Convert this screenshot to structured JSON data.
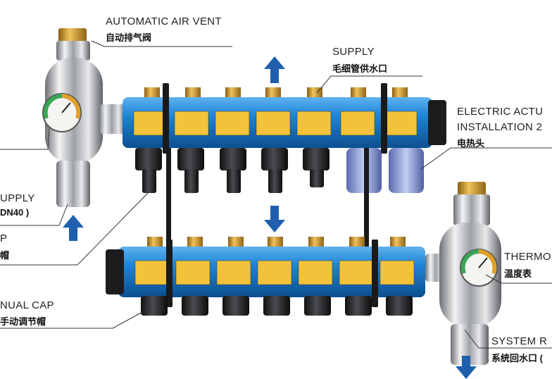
{
  "labels": {
    "air_vent_en": "AUTOMATIC AIR VENT",
    "air_vent_zh": "自动排气阀",
    "supply_en": "SUPPLY",
    "supply_zh": "毛细管供水口",
    "actuator_en_1": "ELECTRIC ACTU",
    "actuator_en_2": "INSTALLATION 2",
    "actuator_zh": "电热头",
    "left_supply_en": "UPPLY",
    "left_supply_zh": "DN40 )",
    "left_cap_en": "P",
    "left_cap_zh": "帽",
    "thermo_en": "THERMO",
    "thermo_zh": "温度表",
    "manual_cap_en": "NUAL CAP",
    "manual_cap_zh": "手动调节帽",
    "system_return_en": "SYSTEM R",
    "system_return_zh": "系统回水口 ("
  },
  "colors": {
    "manifold_blue": "#1f86d8",
    "arrow_blue": "#1f5fae",
    "brass": "#c8962e",
    "chrome": "#c9ccd0",
    "label_yellow": "#f2c33a"
  },
  "icons": {
    "up_arrow": "arrow-up-icon",
    "down_arrow": "arrow-down-icon",
    "gauge": "gauge-icon"
  }
}
